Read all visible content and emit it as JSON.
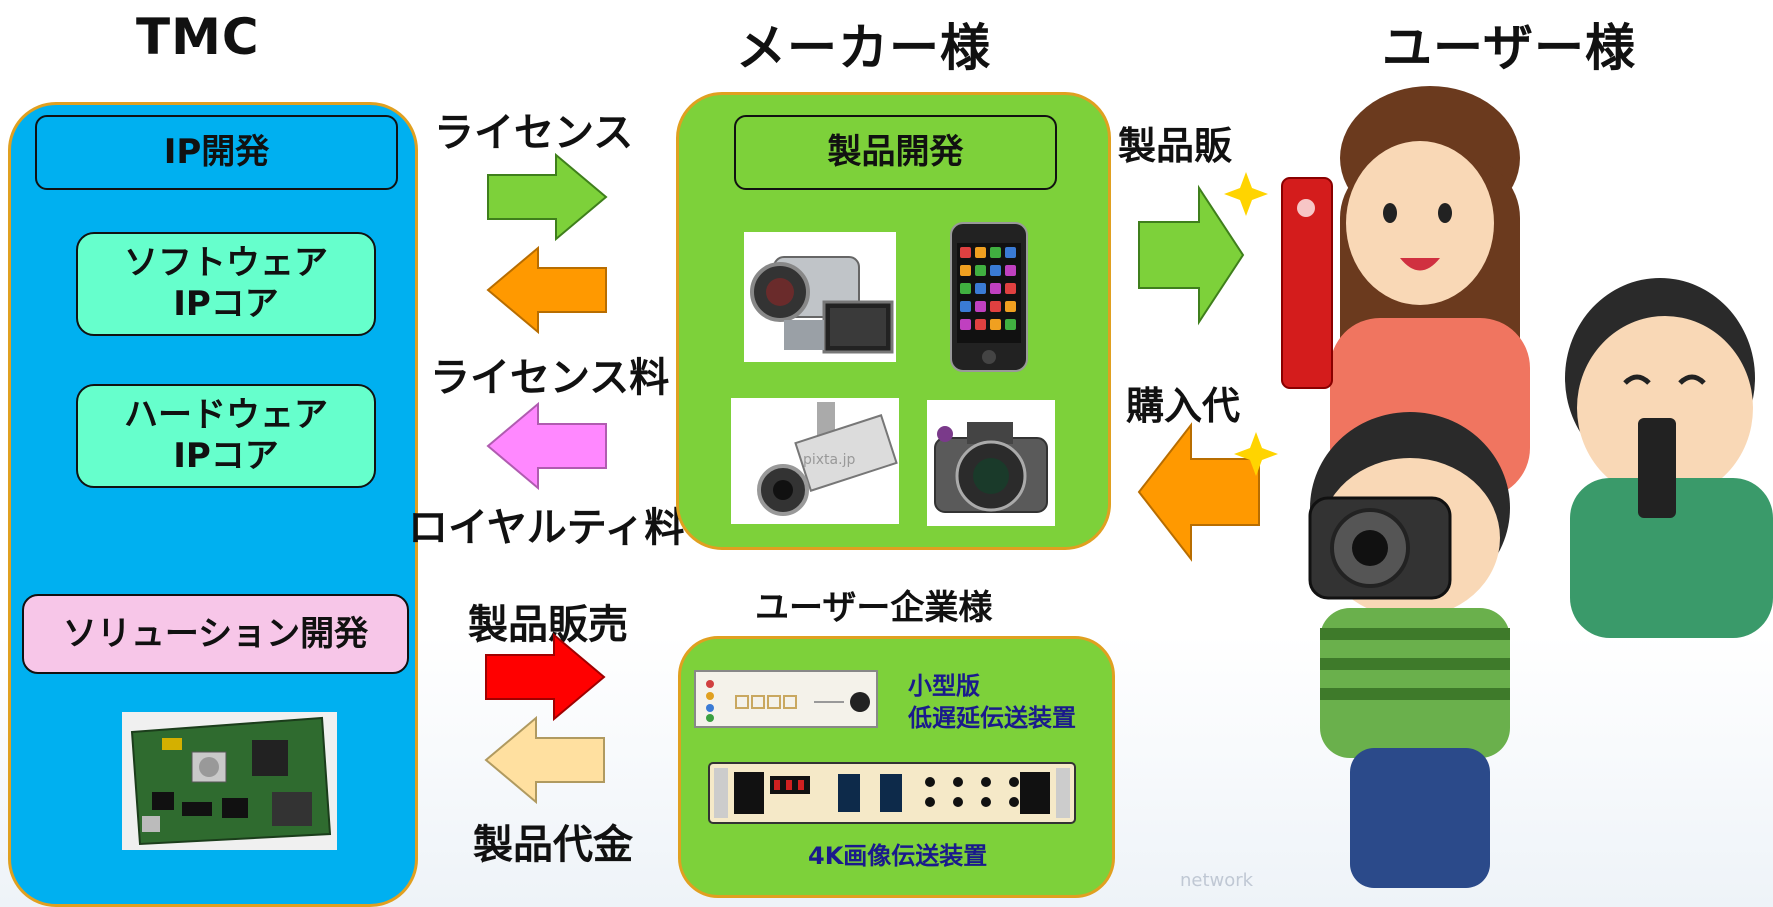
{
  "headings": {
    "tmc": "TMC",
    "maker": "メーカー様",
    "user": "ユーザー様"
  },
  "tmc": {
    "ip_dev": "IP開発",
    "sw_ip": [
      "ソフトウェア",
      "IPコア"
    ],
    "hw_ip": [
      "ハードウェア",
      "IPコア"
    ],
    "solution_dev": "ソリューション開発"
  },
  "flows": {
    "license": "ライセンス",
    "license_fee": "ライセンス料",
    "royalty": "ロイヤルティ料",
    "product_sales": "製品販売",
    "product_payment": "製品代金",
    "sales_to_user": "製品販",
    "purchase_payment": "購入代"
  },
  "maker": {
    "product_dev": "製品開発",
    "products": [
      "video-camera",
      "smartphone",
      "security-camera",
      "slr-camera"
    ],
    "watermark": "pixta.jp"
  },
  "user_company": {
    "title": "ユーザー企業様",
    "small_device": [
      "小型版",
      "低遅延伝送装置"
    ],
    "device_4k": "4K画像伝送装置"
  },
  "background": {
    "watermark": "network"
  },
  "colors": {
    "tmc_blue": "#00b0f0",
    "mint": "#66ffcc",
    "pink": "#f7c6e8",
    "maker_green": "#7dd13a",
    "arrow_green": "#7dd13a",
    "arrow_orange": "#ff9900",
    "arrow_pink": "#ff88ff",
    "arrow_red": "#ff0000",
    "arrow_cream": "#ffe0a0",
    "label_navy": "#1a1a8c"
  }
}
